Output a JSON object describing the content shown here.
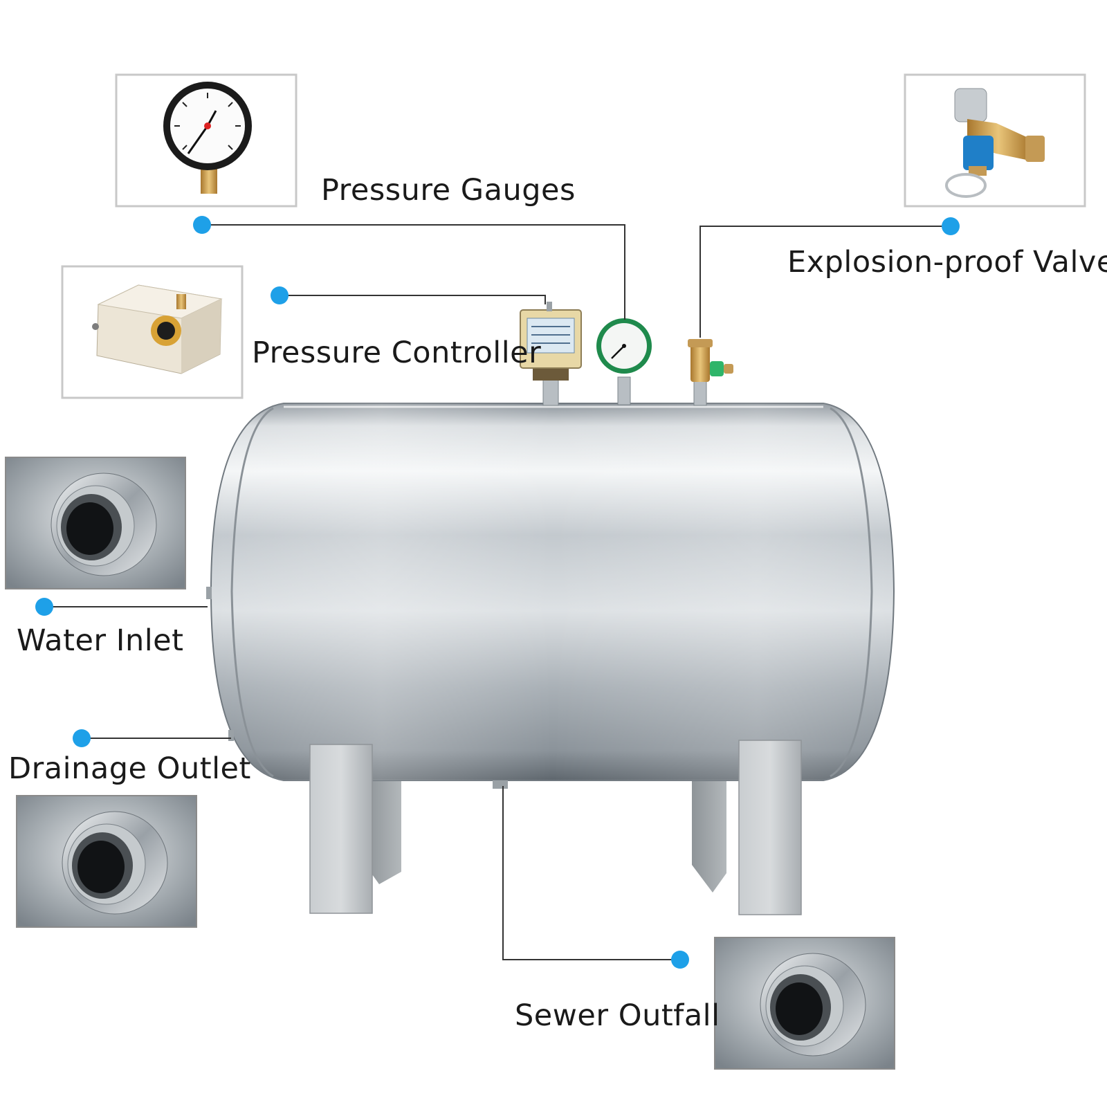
{
  "colors": {
    "background": "#ffffff",
    "leader_line": "#333333",
    "marker_dot": "#1ea0e8",
    "photo_border": "#c8c8c8",
    "steel_light": "#e6e9ec",
    "steel_mid": "#b5bcc2",
    "steel_dark": "#7f878e"
  },
  "labels": {
    "pressure_gauges": "Pressure Gauges",
    "explosion_proof_valves": "Explosion-proof Valves",
    "pressure_controller": "Pressure Controller",
    "water_inlet": "Water Inlet",
    "drainage_outlet": "Drainage Outlet",
    "sewer_outfall": "Sewer Outfall"
  },
  "icons": {
    "pressure_gauges": "pressure-gauge-photo",
    "explosion_proof_valves": "safety-valve-photo",
    "pressure_controller": "pressure-switch-photo",
    "water_inlet": "threaded-fitting-photo",
    "drainage_outlet": "threaded-fitting-photo",
    "sewer_outfall": "threaded-fitting-photo"
  }
}
